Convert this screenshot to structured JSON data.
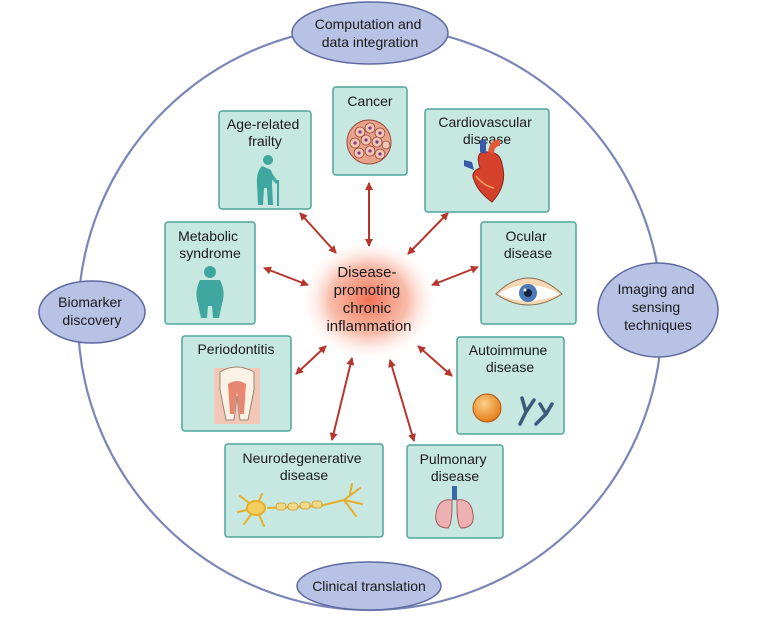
{
  "center": {
    "lines": [
      "Disease-",
      "promoting",
      "chronic",
      "inflammation"
    ]
  },
  "ring_nodes": {
    "top": [
      "Computation and",
      "data integration"
    ],
    "left": [
      "Biomarker",
      "discovery"
    ],
    "right": [
      "Imaging and",
      "sensing",
      "techniques"
    ],
    "bottom": [
      "Clinical translation"
    ]
  },
  "diseases": {
    "cancer": [
      "Cancer"
    ],
    "frailty": [
      "Age-related",
      "frailty"
    ],
    "cardio": [
      "Cardiovascular",
      "disease"
    ],
    "metabolic": [
      "Metabolic",
      "syndrome"
    ],
    "ocular": [
      "Ocular",
      "disease"
    ],
    "perio": [
      "Periodontitis"
    ],
    "autoimmune": [
      "Autoimmune",
      "disease"
    ],
    "neuro": [
      "Neurodegenerative",
      "disease"
    ],
    "pulmonary": [
      "Pulmonary",
      "disease"
    ]
  },
  "colors": {
    "ring": "#7b86b8",
    "ellipse_fill": "#b7c2e4",
    "box_fill": "#c7e7e1",
    "box_stroke": "#4fa59a",
    "arrow": "#b5362d",
    "glow": "#f0795a"
  }
}
